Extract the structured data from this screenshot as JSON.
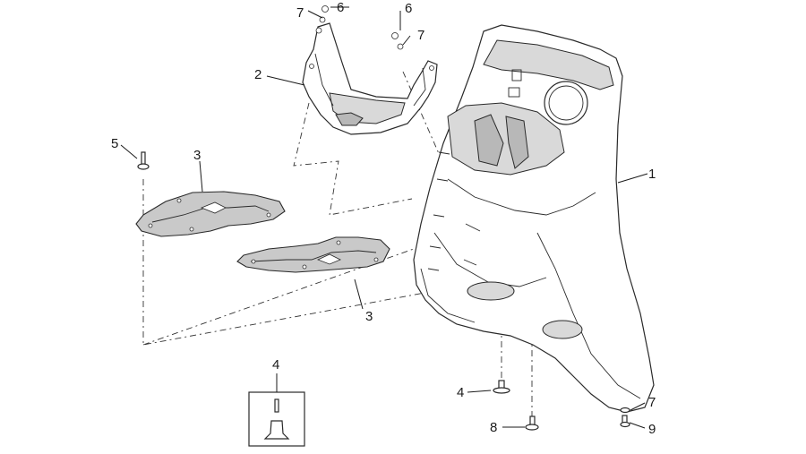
{
  "labels": {
    "l1": "1",
    "l2": "2",
    "l3a": "3",
    "l3b": "3",
    "l4a": "4",
    "l4b": "4",
    "l5": "5",
    "l6a": "6",
    "l6b": "6",
    "l7a": "7",
    "l7b": "7",
    "l7c": "7",
    "l8": "8",
    "l9": "9"
  }
}
